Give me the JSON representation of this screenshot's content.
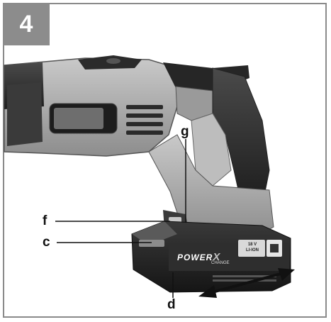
{
  "figure": {
    "number": "4",
    "callouts": {
      "g": "g",
      "f": "f",
      "c": "c",
      "d": "d"
    },
    "battery_label": {
      "brand": "POWER",
      "x_mark": "X",
      "sub": "CHANGE",
      "spec_line1": "18 V",
      "spec_line2": "LI-ION"
    }
  }
}
